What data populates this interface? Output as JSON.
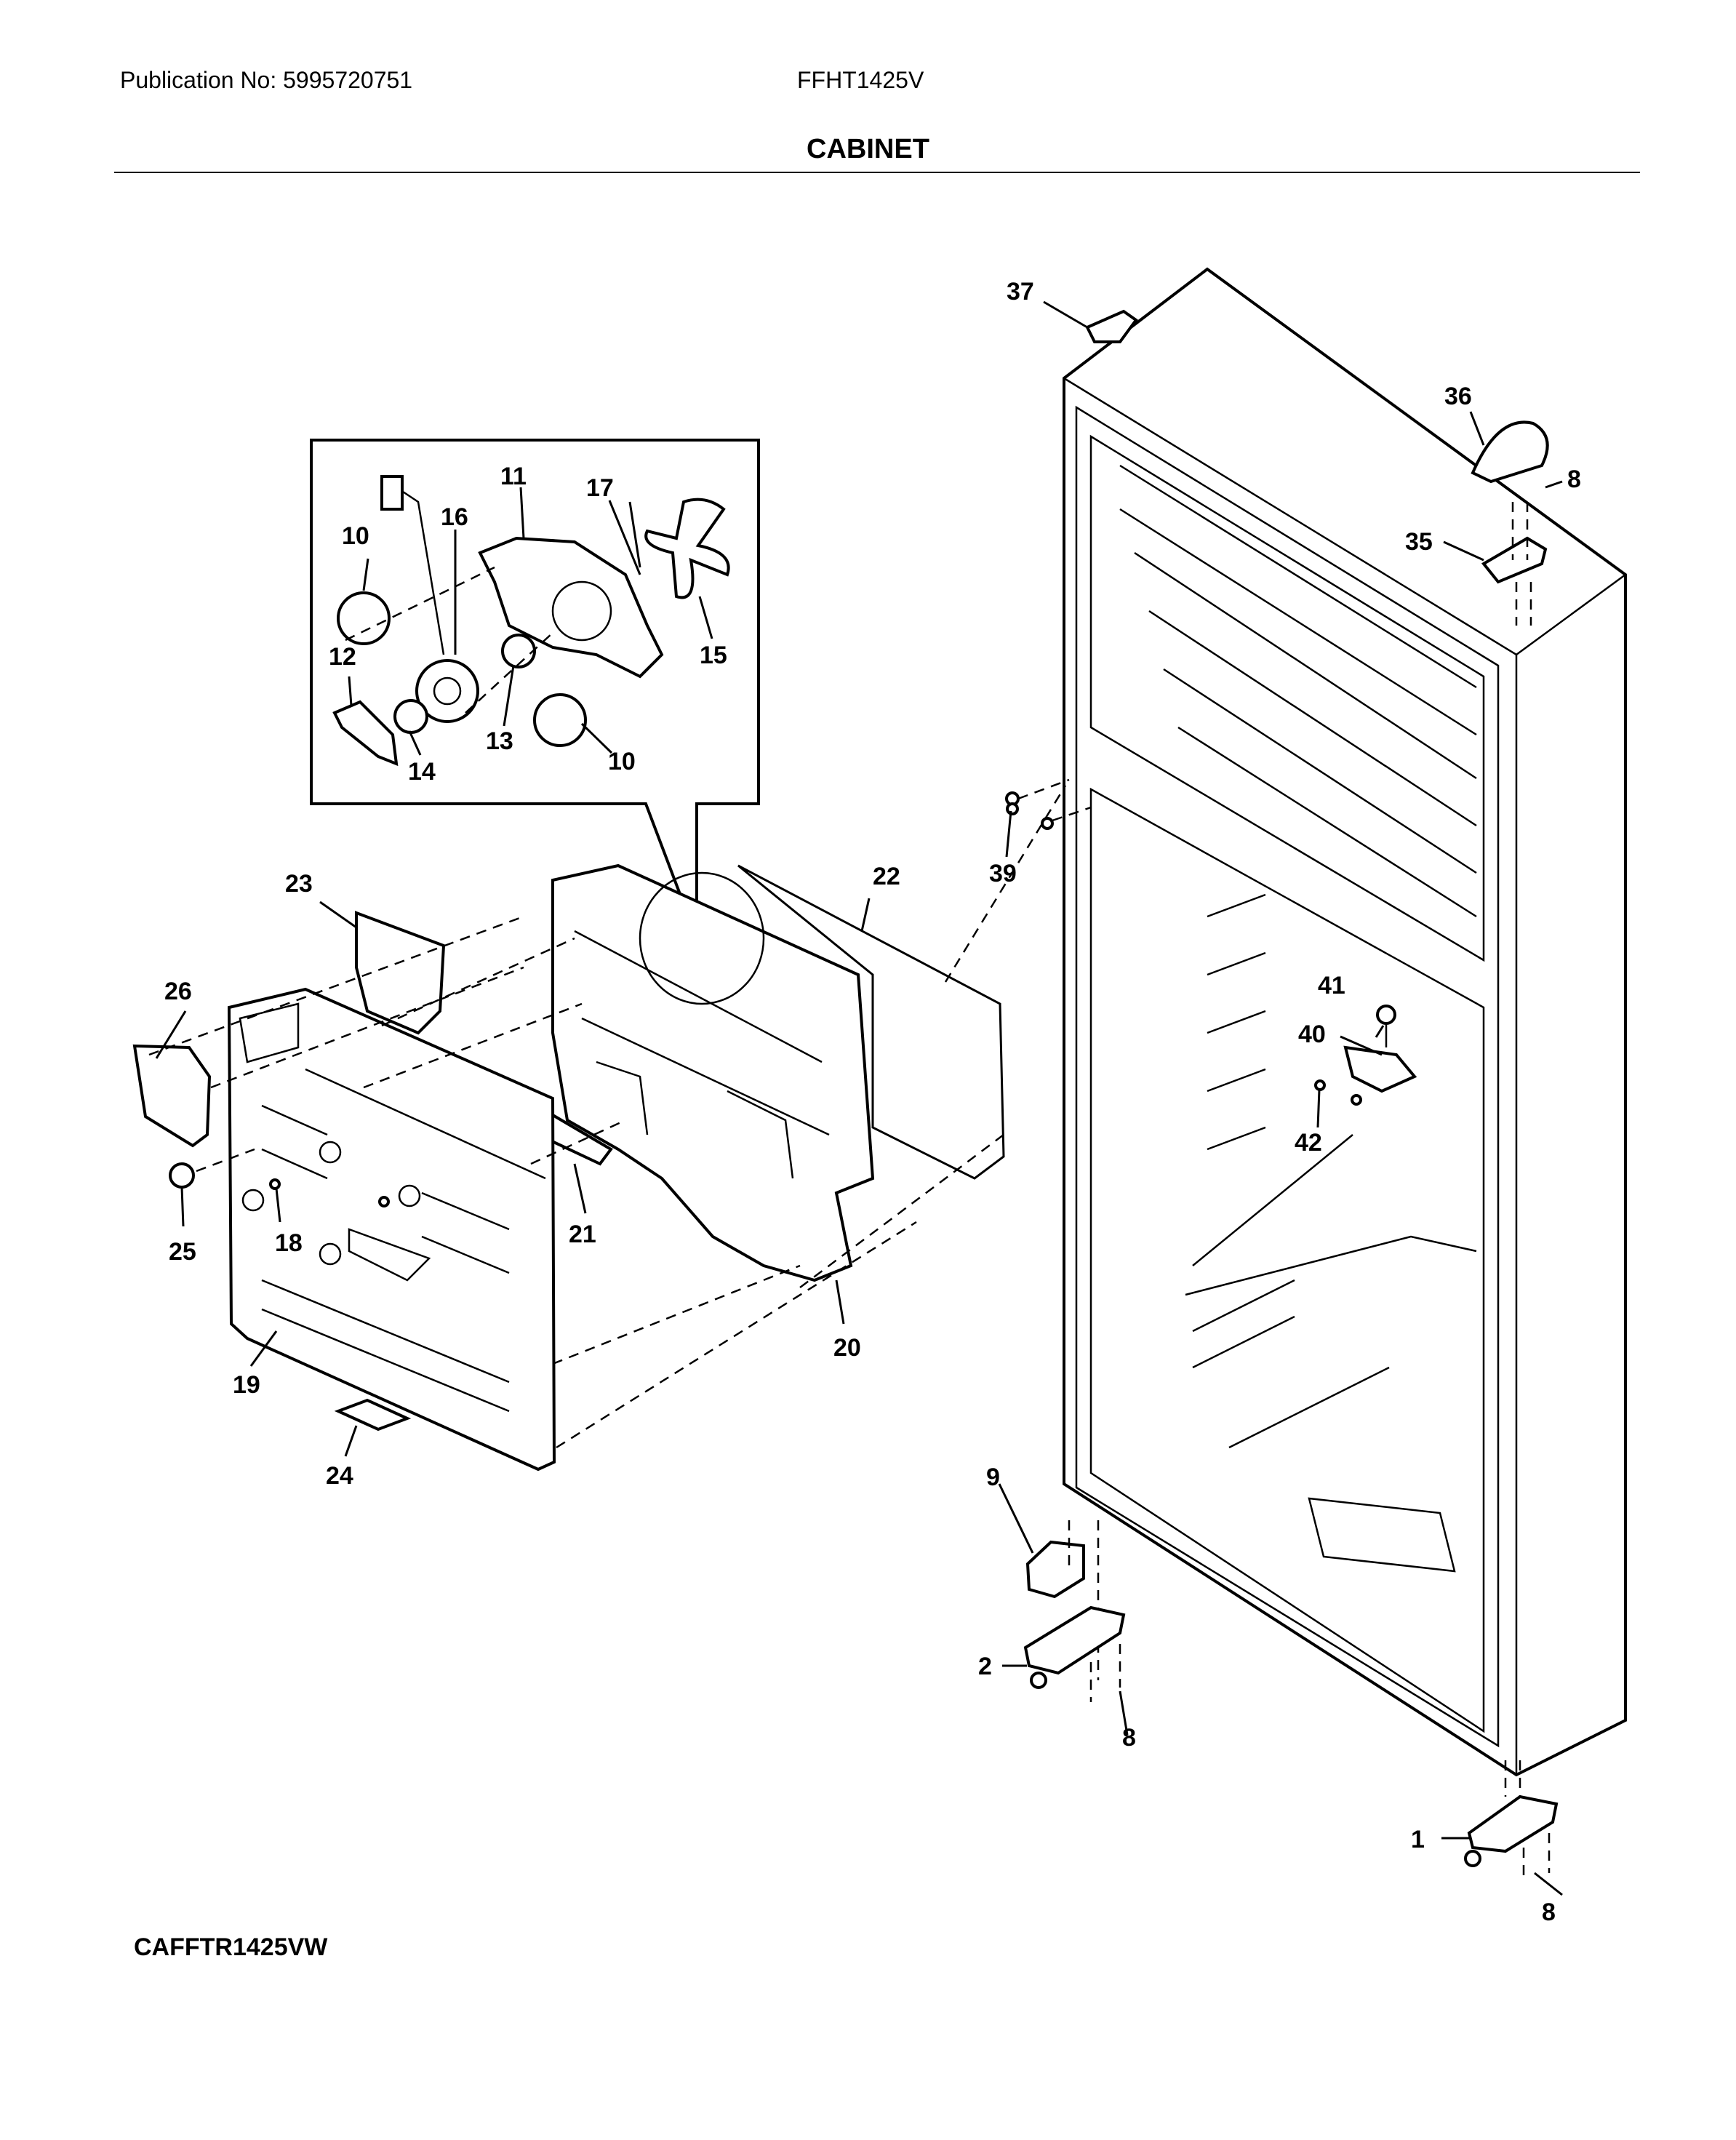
{
  "header": {
    "publication": "Publication No: 5995720751",
    "model": "FFHT1425V",
    "section_title": "CABINET"
  },
  "footer": {
    "code": "CAFFTR1425VW"
  },
  "callouts": {
    "c1": "1",
    "c2": "2",
    "c8a": "8",
    "c8b": "8",
    "c8c": "8",
    "c9": "9",
    "c10a": "10",
    "c10b": "10",
    "c11": "11",
    "c12": "12",
    "c13": "13",
    "c14": "14",
    "c15": "15",
    "c16": "16",
    "c17": "17",
    "c18": "18",
    "c19": "19",
    "c20": "20",
    "c21": "21",
    "c22": "22",
    "c23": "23",
    "c24": "24",
    "c25": "25",
    "c26": "26",
    "c35": "35",
    "c36": "36",
    "c37": "37",
    "c39": "39",
    "c40": "40",
    "c41": "41",
    "c42": "42"
  }
}
